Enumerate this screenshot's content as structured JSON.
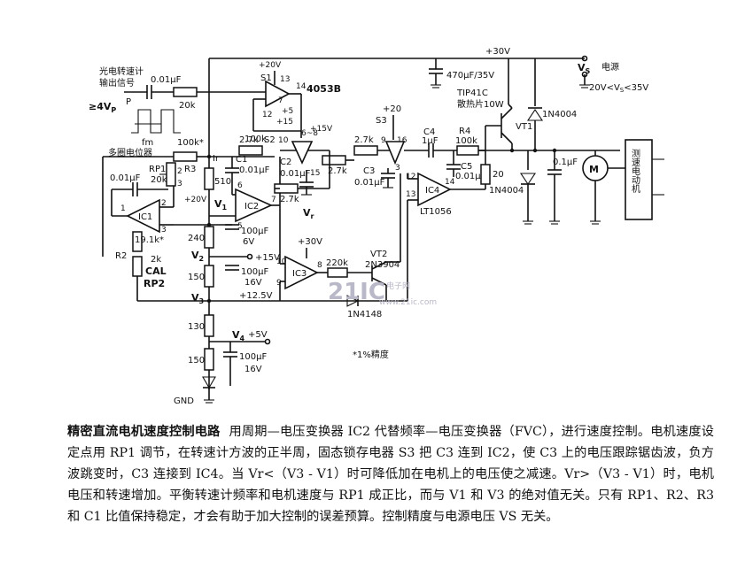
{
  "diagram": {
    "title": "精密直流电机速度控制电路",
    "labels": {
      "tacho_input": "光电转速计",
      "tacho_input2": "输出信号",
      "vp": "≥4V",
      "vp_sub": "P",
      "p_label": "P",
      "fm": "fm",
      "cap_in": "0.01μF",
      "r_in": "20k",
      "plus20": "+20V",
      "s1": "S1",
      "ic_4053b": "4053B",
      "pin13": "13",
      "pin14": "14",
      "pin12": "12",
      "pin7": "7",
      "plus5": "+5",
      "plus15": "+15",
      "r100k": "100k",
      "plus30": "+30V",
      "c470": "470μF/35V",
      "vs_label": "V",
      "vs_sub": "S",
      "power": "电源",
      "vs_range": "20V<V",
      "vs_range_sub": "S",
      "vs_range2": "<35V",
      "tip41c": "TIP41C",
      "heatsink": "散热片10W",
      "vt1": "VT1",
      "d_1n4004_top": "1N4004",
      "pot_label": "多圈电位器",
      "r100k_star": "100k*",
      "r3": "R3",
      "rp1": "RP1",
      "rp1_val": "20k",
      "ir": "Ir",
      "r510": "510",
      "r27a": "2.7k",
      "s2": "S2",
      "pin10": "10",
      "pin68": "6~8",
      "plus15b": "+15V",
      "c1": "C1",
      "c1_val": "0.01μF",
      "c2": "C2",
      "c2_val": "0.01μF",
      "r27b": "2.7k",
      "r27c": "2.7k",
      "pin15": "15",
      "vr": "V",
      "vr_sub": "r",
      "plus20b": "+20",
      "s3": "S3",
      "pin9": "9",
      "pin16": "16",
      "pin3": "3",
      "r27d": "2.7k",
      "c3": "C3",
      "c3_val": "0.01μF",
      "c4": "C4",
      "c4_val": "1μF",
      "r4": "R4",
      "r4_val": "100k",
      "c5": "C5",
      "c5_val": "0.01μF",
      "r20": "20",
      "ic4": "IC4",
      "lt1056": "LT1056",
      "pin12b": "12",
      "pin13b": "13",
      "pin14b": "14",
      "d_1n4004_mid": "1N4004",
      "c01": "0.1μF",
      "motor": "M",
      "motor_label": "测速电动机",
      "c01b": "0.01μF",
      "ic1": "IC1",
      "pin1": "1",
      "pin2": "2",
      "pin3a": "3",
      "plus20c": "+20V",
      "v1": "V",
      "v1_sub": "1",
      "ic2": "IC2",
      "pin5": "5",
      "pin6": "6",
      "pin7b": "7",
      "r240": "240",
      "c100a": "100μF",
      "c100a_v": "6V",
      "v2": "V",
      "v2_sub": "2",
      "plus15c": "+15V",
      "r150a": "150",
      "c100b": "100μF",
      "c100b_v": "16V",
      "v3": "V",
      "v3_sub": "3",
      "plus125": "+12.5V",
      "r130": "130",
      "v4": "V",
      "v4_sub": "4",
      "plus5v": "+5V",
      "r150b": "150",
      "c100c": "100μF",
      "c100c_v": "16V",
      "gnd": "GND",
      "r191k": "19.1k*",
      "r2": "R2",
      "r2k": "2k",
      "cal": "CAL",
      "rp2": "RP2",
      "plus30b": "+30V",
      "pin10b": "10",
      "pin9b": "9",
      "pin8": "8",
      "ic3": "IC3",
      "r220k": "220k",
      "vt2": "VT2",
      "vt2_type": "2N3904",
      "d_1n4148": "1N4148",
      "precision": "*1%精度",
      "watermark": "21IC",
      "watermark2": "电子网",
      "watermark3": "www.21ic.com"
    }
  },
  "caption": {
    "title": "精密直流电机速度控制电路",
    "text": "用周期—电压变换器 IC2 代替频率—电压变换器（FVC），进行速度控制。电机速度设定点用 RP1 调节，在转速计方波的正半周，固态锁存电器 S3 把 C3 连到 IC2，使 C3 上的电压跟踪锯齿波，负方波跳变时，C3 连接到 IC4。当 Vr<（V3 - V1）时可降低加在电机上的电压使之减速。Vr>（V3 - V1）时，电机电压和转速增加。平衡转速计频率和电机速度与 RP1 成正比，而与 V1 和 V3 的绝对值无关。只有 RP1、R2、R3 和 C1 比值保持稳定，才会有助于加大控制的误差预算。控制精度与电源电压 VS 无关。"
  }
}
